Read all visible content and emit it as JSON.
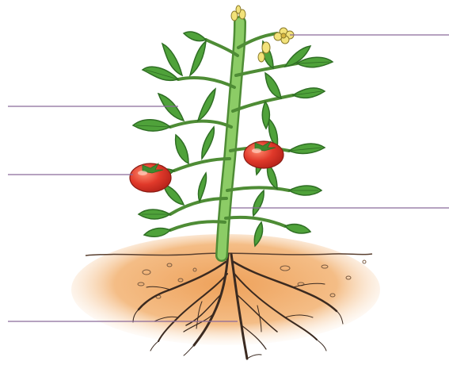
{
  "diagram": {
    "subject": "tomato-plant",
    "parts": [
      {
        "id": "flower",
        "name": "flower-label-line"
      },
      {
        "id": "leaf",
        "name": "leaf-label-line"
      },
      {
        "id": "fruit",
        "name": "fruit-label-line"
      },
      {
        "id": "stem",
        "name": "stem-label-line"
      },
      {
        "id": "root",
        "name": "root-label-line"
      }
    ],
    "colors": {
      "leaf": "#4fa23a",
      "leaf_dark": "#2f6e24",
      "stem": "#7cbf5a",
      "fruit": "#e0392a",
      "flower": "#f2e27a",
      "soil": "#f0b77a",
      "root": "#3b2a20",
      "label_line": "#8a6a9a"
    }
  }
}
